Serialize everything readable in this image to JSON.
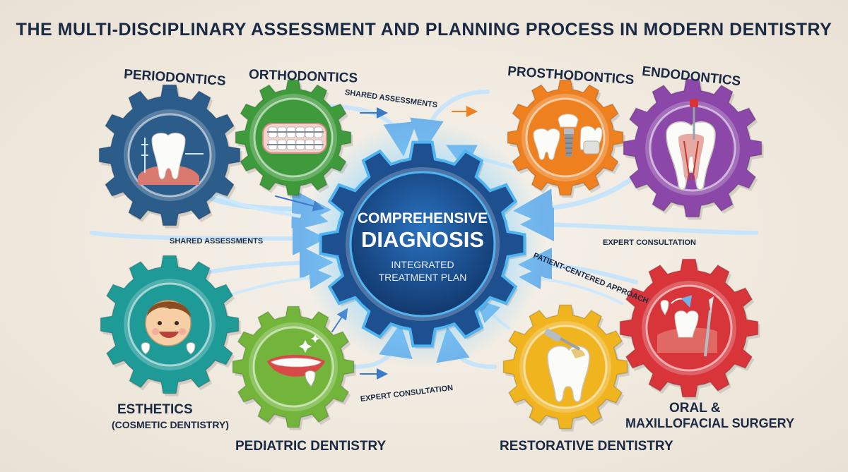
{
  "title": "THE MULTI-DISCIPLINARY ASSESSMENT AND PLANNING PROCESS IN MODERN DENTISTRY",
  "center": {
    "line1": "COMPREHENSIVE",
    "line2": "DIAGNOSIS",
    "line3": "INTEGRATED",
    "line4": "TREATMENT PLAN"
  },
  "disciplines": {
    "periodontics": "PERIODONTICS",
    "orthodontics": "ORTHODONTICS",
    "prosthodontics": "PROSTHODONTICS",
    "endodontics": "ENDODONTICS",
    "esthetics": "ESTHETICS",
    "esthetics_sub": "(COSMETIC DENTISTRY)",
    "pediatric": "PEDIATRIC DENTISTRY",
    "restorative": "RESTORATIVE DENTISTRY",
    "oral_line1": "ORAL &",
    "oral_line2": "MAXILLOFACIAL SURGERY"
  },
  "connectors": {
    "shared_top": "SHARED ASSESSMENTS",
    "shared_left": "SHARED ASSESSMENTS",
    "expert_right": "EXPERT CONSULTATION",
    "patient_centered": "PATIENT-CENTERED APPROACH",
    "expert_bottom": "EXPERT CONSULTATION"
  },
  "colors": {
    "periodontics": "#2b5c8a",
    "orthodontics": "#3f9a3c",
    "prosthodontics": "#ef8020",
    "endodontics": "#8b48a8",
    "esthetics": "#1e9a97",
    "pediatric": "#72b53a",
    "restorative": "#f0b41e",
    "oral_surgery": "#d8353a",
    "center": "#1e4f8f",
    "glow": "#4fb4f0",
    "text": "#1b2a44"
  }
}
